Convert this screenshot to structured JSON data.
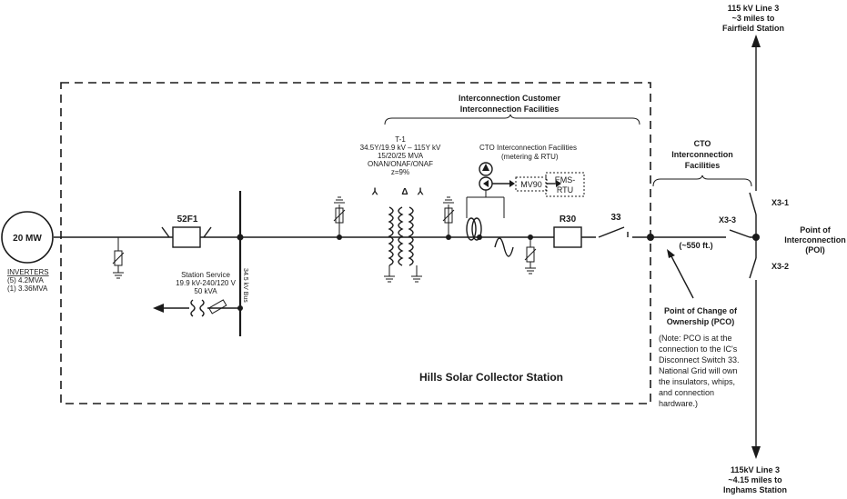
{
  "labels": {
    "line_north": [
      "115 kV Line 3",
      "~3 miles to",
      "Fairfield Station"
    ],
    "line_south": [
      "115kV Line 3",
      "~4.15 miles to",
      "Inghams Station"
    ],
    "customer_facilities": [
      "Interconnection Customer",
      "Interconnection  Facilities"
    ],
    "cto_facilities": [
      "CTO",
      "Interconnection",
      "Facilities"
    ],
    "transformer": [
      "T-1",
      "34.5Y/19.9 kV – 115Y kV",
      "15/20/25 MVA",
      "ONAN/ONAF/ONAF",
      "z=9%"
    ],
    "cto_metering": "CTO  Interconnection Facilities",
    "cto_metering_sub": "(metering & RTU)",
    "mv90": "MV90",
    "ems_rtu": [
      "EMS-",
      "RTU"
    ],
    "breaker_52f1": "52F1",
    "breaker_r30": "R30",
    "switch_33": "33",
    "x3_1": "X3-1",
    "x3_2": "X3-2",
    "x3_3": "X3-3",
    "distance": "(~550 ft.)",
    "poi": [
      "Point of",
      "Interconnection",
      "(POI)"
    ],
    "pco": [
      "Point of Change of",
      "Ownership (PCO)"
    ],
    "note": [
      "(Note: PCO is at the",
      "connection to the IC's",
      "Disconnect Switch 33.",
      "National Grid will own",
      "the insulators, whips,",
      "and connection",
      "hardware.)"
    ],
    "generator": "20 MW",
    "inverters": [
      "INVERTERS",
      "(5) 4.2MVA",
      "(1) 3.36MVA"
    ],
    "station_service": [
      "Station Service",
      "19.9 kV-240/120 V",
      "50 kVA"
    ],
    "bus": "34.5 kV Bus",
    "station_name": "Hills Solar Collector Station"
  }
}
